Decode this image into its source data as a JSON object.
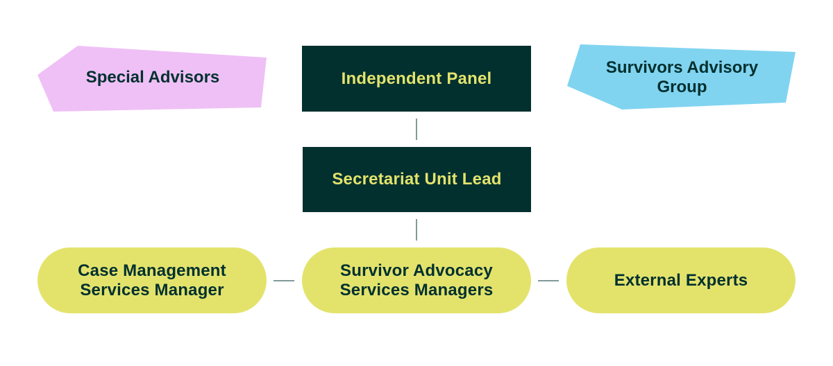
{
  "colors": {
    "dark_box": "#01302f",
    "dark_text": "#e3e36c",
    "pill_fill": "#e3e36c",
    "pill_text": "#01302f",
    "special_advisors_fill": "#efc0f6",
    "survivors_group_fill": "#81d4f0",
    "connector": "#7e9a98"
  },
  "nodes": {
    "special_advisors": {
      "label": "Special Advisors"
    },
    "independent_panel": {
      "label": "Independent Panel"
    },
    "survivors_advisory_group": {
      "line1": "Survivors Advisory",
      "line2": "Group"
    },
    "secretariat_unit_lead": {
      "label": "Secretariat Unit Lead"
    },
    "case_management": {
      "line1": "Case Management",
      "line2": "Services Manager"
    },
    "survivor_advocacy": {
      "line1": "Survivor Advocacy",
      "line2": "Services Managers"
    },
    "external_experts": {
      "label": "External Experts"
    }
  }
}
